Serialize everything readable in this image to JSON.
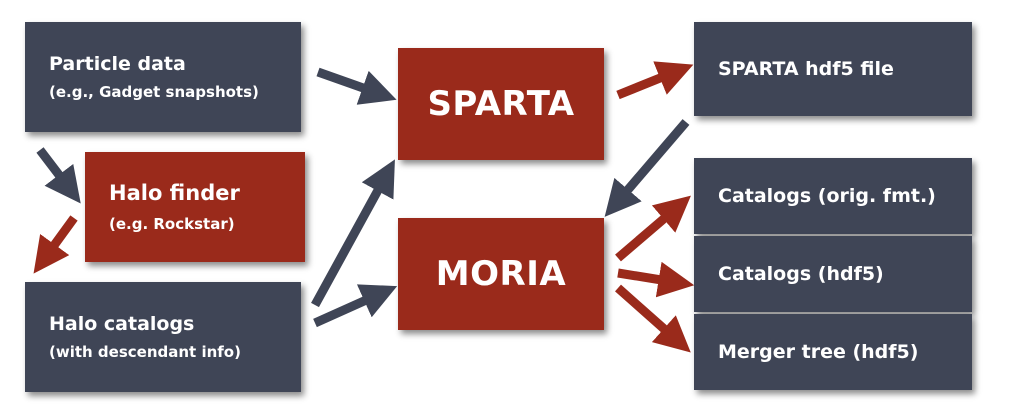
{
  "colors": {
    "dark_box": "#3f4556",
    "red_box": "#9a2a1b",
    "text": "#ffffff"
  },
  "nodes": {
    "particle_data": {
      "title": "Particle data",
      "subtitle": "(e.g., Gadget snapshots)"
    },
    "halo_finder": {
      "title": "Halo finder",
      "subtitle": "(e.g. Rockstar)"
    },
    "halo_catalogs": {
      "title": "Halo catalogs",
      "subtitle": "(with descendant info)"
    },
    "sparta": {
      "title": "SPARTA"
    },
    "moria": {
      "title": "MORIA"
    },
    "sparta_file": {
      "title": "SPARTA hdf5 file"
    },
    "catalogs_orig": {
      "title": "Catalogs (orig. fmt.)"
    },
    "catalogs_hdf5": {
      "title": "Catalogs (hdf5)"
    },
    "merger_tree": {
      "title": "Merger tree (hdf5)"
    }
  },
  "edges": [
    {
      "from": "particle_data",
      "to": "sparta",
      "color": "dark"
    },
    {
      "from": "particle_data",
      "to": "halo_finder",
      "color": "dark"
    },
    {
      "from": "halo_finder",
      "to": "halo_catalogs",
      "color": "red"
    },
    {
      "from": "halo_catalogs",
      "to": "sparta",
      "color": "dark"
    },
    {
      "from": "halo_catalogs",
      "to": "moria",
      "color": "dark"
    },
    {
      "from": "sparta",
      "to": "sparta_file",
      "color": "red"
    },
    {
      "from": "sparta_file",
      "to": "moria",
      "color": "dark"
    },
    {
      "from": "moria",
      "to": "catalogs_orig",
      "color": "red"
    },
    {
      "from": "moria",
      "to": "catalogs_hdf5",
      "color": "red"
    },
    {
      "from": "moria",
      "to": "merger_tree",
      "color": "red"
    }
  ]
}
